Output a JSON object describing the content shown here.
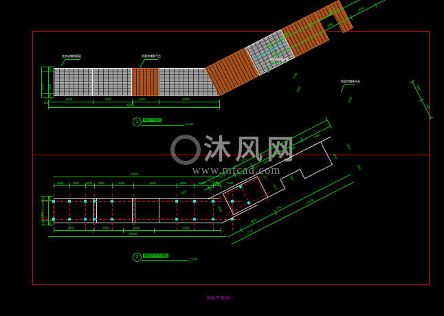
{
  "document": {
    "caption": "铺装平面图一",
    "background_color": "#000000",
    "frame_color": "#d40000",
    "dimension_color": "#00e000",
    "outline_color": "#d8d8d8",
    "axis_color": "#e00000",
    "node_color": "#00e5e5",
    "stone_color": "#9a9a9a",
    "wood_color": "#a44d18",
    "caption_color": "#c000c0"
  },
  "watermark": {
    "logo_text": "MF",
    "cn_text": "沐风网",
    "url_text": "www.mfcad.com"
  },
  "views": [
    {
      "tag": "1",
      "title": "铺装平面图",
      "scale": "1:100",
      "leaders": [
        {
          "text": "花岗岩铺装面层"
        },
        {
          "text": "防腐木铺装平台"
        },
        {
          "text": "防腐木铺装平台"
        },
        {
          "text": "防腐木铺装平台"
        }
      ],
      "left_dims_vertical": [
        "175",
        "2400",
        "175"
      ],
      "left_dim_total": "3000",
      "left_dim_offset": "200",
      "bottom_dims": [
        "8100",
        "8100",
        "5400",
        "12000"
      ],
      "bottom_dim_total": "30300",
      "right_dims_upper": [
        "5400",
        "8400",
        "12225"
      ],
      "right_dims_chain": [
        "2655",
        "4500",
        "1400"
      ],
      "right_dims_vertical": [
        "3000",
        "3500",
        "1500",
        "2500",
        "2500"
      ],
      "inner_dims": [
        "2655"
      ]
    },
    {
      "tag": "2",
      "title": "铺装放线平面图",
      "scale": "1:100",
      "top_dims_total": "29100",
      "top_dims_chain": [
        "2000",
        "2000",
        "1000",
        "2000",
        "2600",
        "6900",
        "2800",
        "3000",
        "3000",
        "2600"
      ],
      "bottom_dims": [
        "8100",
        "6000",
        "6000",
        "12000"
      ],
      "bottom_dim_total": "29400",
      "left_dims_vertical": [
        "275",
        "1800",
        "275"
      ],
      "right_dims_upper": [
        "1650",
        "775",
        "3725",
        "2775",
        "775",
        "3640",
        "2770"
      ],
      "right_dims_chain": [
        "4500",
        "3300",
        "1400"
      ],
      "right_dims_lower": [
        "6000",
        "775",
        "2770",
        "10700"
      ],
      "right_dims_vertical": [
        "3000",
        "3000",
        "775",
        "1440",
        "1300",
        "1500",
        "3400",
        "2400",
        "1650"
      ]
    }
  ]
}
